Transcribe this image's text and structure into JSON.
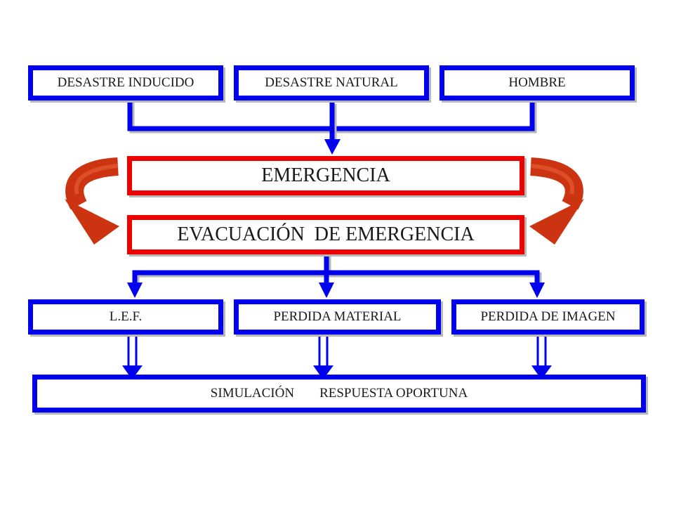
{
  "top_row": {
    "desastre_inducido": "DESASTRE INDUCIDO",
    "desastre_natural": "DESASTRE NATURAL",
    "hombre": "HOMBRE"
  },
  "center": {
    "emergencia": "EMERGENCIA",
    "evacuacion": "EVACUACIÓN  DE EMERGENCIA"
  },
  "bottom_row": {
    "lef": "L.E.F.",
    "perdida_material": "PERDIDA MATERIAL",
    "perdida_imagen": "PERDIDA DE IMAGEN"
  },
  "base": {
    "simulacion": "SIMULACIÓN",
    "respuesta": "RESPUESTA OPORTUNA"
  },
  "colors": {
    "blue_border": "#0000ee",
    "red_border": "#ee0000",
    "curved_arrow": "#cc3311"
  }
}
